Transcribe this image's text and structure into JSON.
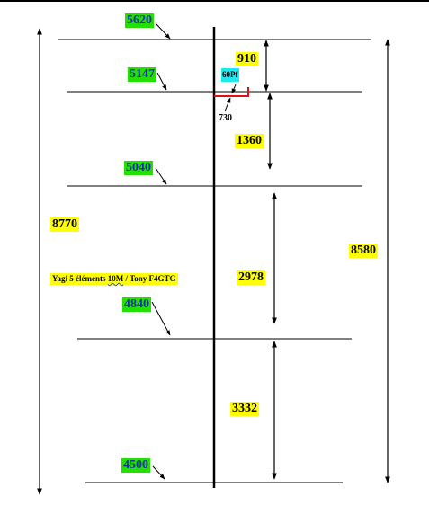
{
  "element_lengths": {
    "e5620": "5620",
    "e5147": "5147",
    "e5040": "5040",
    "e4840": "4840",
    "e4500": "4500"
  },
  "spacings": {
    "s910": "910",
    "s1360": "1360",
    "s2978": "2978",
    "s3332": "3332"
  },
  "totals": {
    "left_total": "8770",
    "right_total": "8580"
  },
  "capacitor": {
    "value": "60Pf",
    "offset": "730"
  },
  "title": {
    "prefix": "Yagi 5 éléments ",
    "underlined": "10M",
    "suffix": " / Tony F4GTG"
  },
  "colors": {
    "element_label_bg": "#22e000",
    "element_label_text": "#1a2fa8",
    "dimension_label_bg": "#ffff00",
    "capacitor_bg": "#20e8f0",
    "capacitor_wire": "#e01010"
  }
}
